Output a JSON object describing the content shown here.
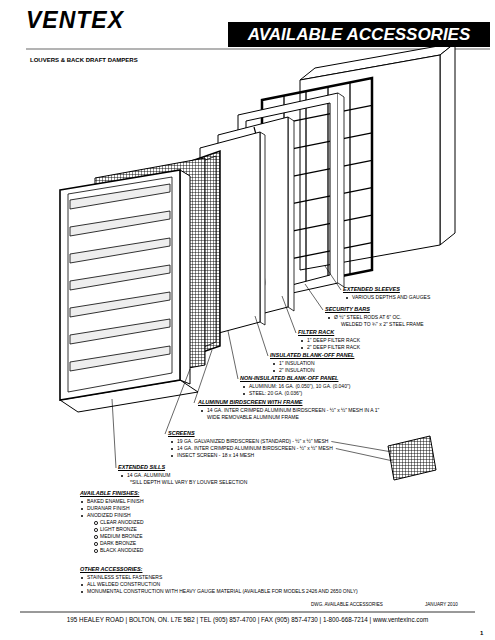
{
  "diagram": {
    "title": "AVAILABLE ACCESSORIES",
    "labels": [
      "VENTEX",
      "LOUVERS & BACK DRAFT DAMPERS",
      "EXTENDED SLEEVES",
      "VARIOUS DEPTHS AND GAUGES",
      "SECURITY BARS",
      "Ø ½\" STEEL RODS AT 6\" OC.",
      "WELDED TO ¾\" x 2\" STEEL FRAME",
      "FILTER RACK",
      "1\" DEEP FILTER RACK",
      "2\" DEEP FILTER RACK",
      "INSULATED BLANK-OFF PANEL",
      "1\" INSULATION",
      "2\" INSULATION",
      "NON-INSULATED BLANK-OFF PANEL",
      "ALUMINUM: 16 GA. (0.050\"), 10 GA. (0.040\")",
      "STEEL: 20 GA. (0.036\")",
      "ALUMINUM BIRDSCREEN WITH FRAME",
      "14 GA. INTER CRIMPED ALUMINUM BIRDSCREEN - ½\" x ½\" MESH IN A 1\" WIDE REMOVABLE ALUMINUM FRAME",
      "SCREENS",
      "19 GA. GALVANIZED BIRDSCREEN (STANDARD) - ½\" x ½\" MESH",
      "14 GA. INTER CRIMPED ALUMINUM BIRDSCREEN - ½\" x ½\" MESH",
      "INSECT SCREEN - 18 x 14 MESH",
      "EXTENDED SILLS",
      "14 GA. ALUMINUM",
      "*SILL DEPTH WILL VARY BY LOUVER SELECTION",
      "AVAILABLE FINISHES:",
      "BAKED ENAMEL FINISH",
      "DURANAR FINISH",
      "ANODIZED FINISH",
      "CLEAR ANODIZED",
      "LIGHT BRONZE",
      "MEDIUM BRONZE",
      "DARK BRONZE",
      "BLACK ANODIZED",
      "OTHER ACCESSORIES:",
      "STAINLESS STEEL FASTENERS",
      "ALL WELDED CONSTRUCTION",
      "MONUMENTAL CONSTRUCTION WITH HEAVY GAUGE MATERIAL (AVAILABLE FOR MODELS 2426 AND 2650 ONLY)",
      "DWG. AVAILABLE ACCESSORIES",
      "JANUARY 2010",
      "195 HEALEY ROAD  |  BOLTON, ON. L7E 5B2  |  TEL (905) 857-4700  |  FAX (905) 857-4730  |  1-800-668-7214  |  www.ventexinc.com",
      "1"
    ]
  }
}
